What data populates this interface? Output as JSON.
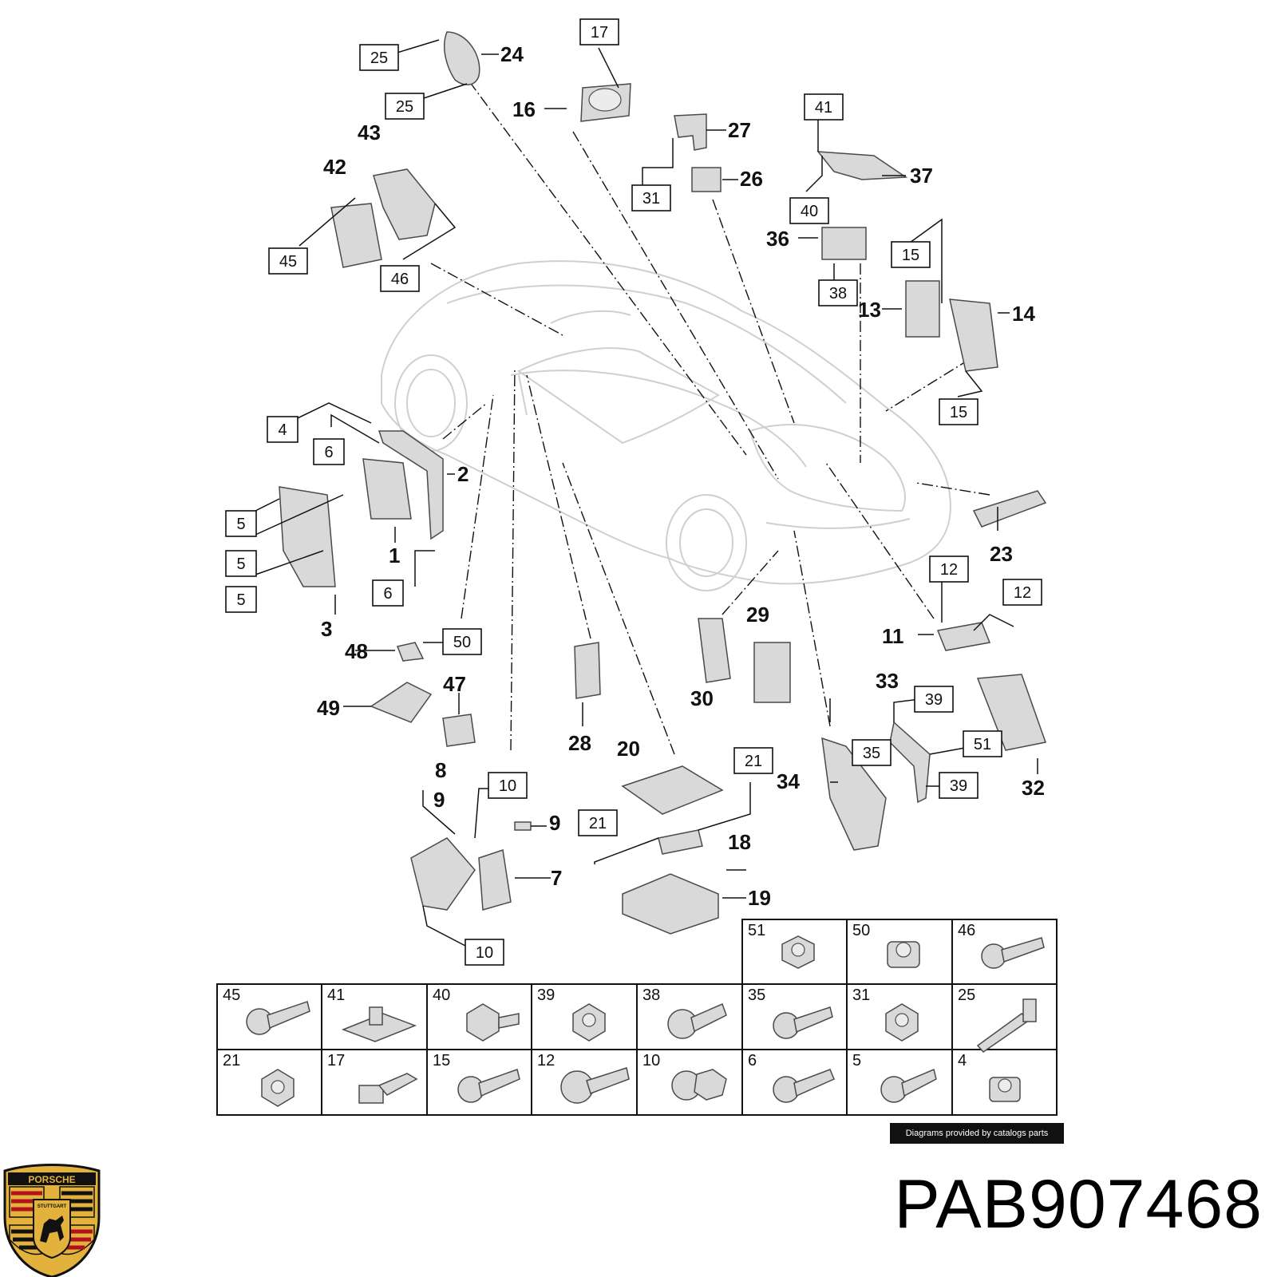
{
  "brand": {
    "logo_name": "porsche-crest",
    "logo_text_top": "PORSCHE",
    "logo_text_center": "STUTTGART",
    "colors": {
      "gold": "#e3b23c",
      "red": "#b3121d",
      "black": "#111111"
    }
  },
  "part_number": "PAB907468",
  "credit": "Diagrams provided by catalogs parts",
  "callouts": [
    "1",
    "2",
    "3",
    "7",
    "8",
    "9",
    "9",
    "11",
    "13",
    "14",
    "16",
    "18",
    "19",
    "20",
    "23",
    "24",
    "26",
    "27",
    "28",
    "29",
    "30",
    "32",
    "33",
    "34",
    "36",
    "37",
    "42",
    "43",
    "47",
    "48",
    "49"
  ],
  "boxed_callouts": [
    "4",
    "5",
    "5",
    "5",
    "6",
    "6",
    "10",
    "10",
    "12",
    "12",
    "15",
    "15",
    "17",
    "21",
    "21",
    "25",
    "25",
    "31",
    "35",
    "38",
    "39",
    "39",
    "40",
    "41",
    "45",
    "46",
    "50",
    "51"
  ],
  "fastener_grid": {
    "top_row": [
      "51",
      "50",
      "46"
    ],
    "middle_row": [
      "45",
      "41",
      "40",
      "39",
      "38",
      "35",
      "31",
      "25"
    ],
    "bottom_row": [
      "21",
      "17",
      "15",
      "12",
      "10",
      "6",
      "5",
      "4"
    ]
  }
}
